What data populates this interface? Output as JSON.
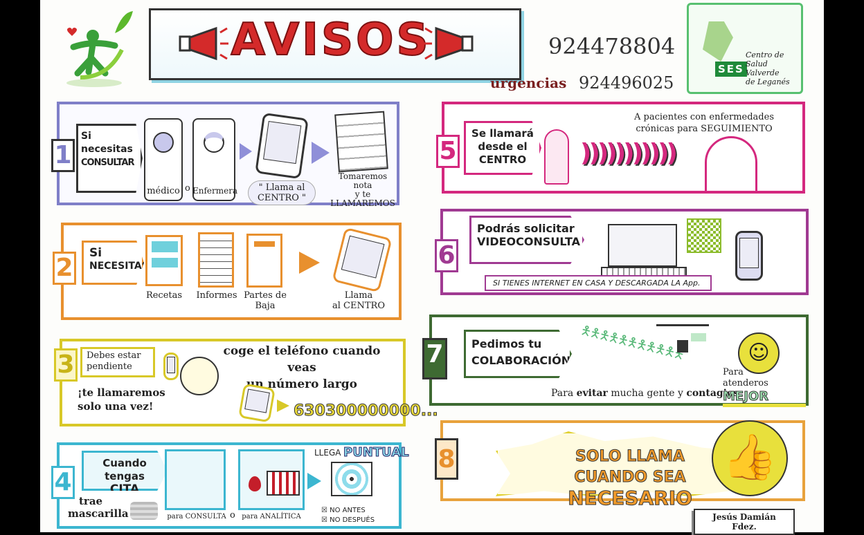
{
  "header": {
    "title": "AVISOS",
    "phone": "924478804",
    "urgencias_label": "urgencias",
    "urgencias_phone": "924496025",
    "center_logo": {
      "abbr": "SES",
      "name_line1": "Centro de",
      "name_line2": "Salud Valverde",
      "name_line3": "de Leganés"
    }
  },
  "colors": {
    "p1": "#7f7fc8",
    "p2": "#e8902e",
    "p3": "#d8c828",
    "p4": "#3cb6d0",
    "p5": "#d4287e",
    "p6": "#a03a92",
    "p7": "#3e6a32",
    "p8": "#e8a23c",
    "title_red": "#d42a2a"
  },
  "panels": {
    "p1": {
      "num": "1",
      "tag1": "Si necesitas",
      "tag2": "CONSULTAR",
      "medico": "médico",
      "o": "o",
      "enfermera": "Enfermera",
      "llama": "\" Llama al CENTRO \"",
      "nota1": "Tomaremos nota",
      "nota2": "y te",
      "nota3": "LLAMAREMOS"
    },
    "p2": {
      "num": "2",
      "tag1": "Si",
      "tag2": "NECESITAS",
      "recetas": "Recetas",
      "informes": "Informes",
      "partes1": "Partes de",
      "partes2": "Baja",
      "llama1": "Llama",
      "llama2": "al CENTRO"
    },
    "p3": {
      "num": "3",
      "pendiente1": "Debes estar",
      "pendiente2": "pendiente",
      "llamaremos1": "¡te llamaremos",
      "llamaremos2": "solo una vez!",
      "coge1": "coge el teléfono cuando veas",
      "coge2": "un número largo",
      "numero": "630300000000..."
    },
    "p4": {
      "num": "4",
      "tag1": "Cuando tengas",
      "tag2": "CITA",
      "trae1": "trae",
      "trae2": "mascarilla",
      "consulta": "para CONSULTA",
      "o": "o",
      "analitica": "para ANALÍTICA",
      "llega": "LLEGA",
      "puntual": "PUNTUAL",
      "no_antes": "NO ANTES",
      "no_despues": "NO DESPUÉS"
    },
    "p5": {
      "num": "5",
      "tag1": "Se llamará",
      "tag2": "desde el",
      "tag3": "CENTRO",
      "note1": "A pacientes con enfermedades",
      "note2": "crónicas para SEGUIMIENTO"
    },
    "p6": {
      "num": "6",
      "tag1": "Podrás solicitar",
      "tag2": "VIDEOCONSULTA",
      "banner": "SI TIENES INTERNET EN CASA Y DESCARGADA LA App."
    },
    "p7": {
      "num": "7",
      "tag1": "Pedimos tu",
      "tag2": "COLABORACIÓN",
      "evitar_pre": "Para ",
      "evitar": "evitar",
      "mid": " mucha gente y ",
      "contagios": "contagios",
      "para": "Para",
      "atenderos": "atenderos ",
      "mejor": "MEJOR"
    },
    "p8": {
      "num": "8",
      "line1": "SOLO LLAMA",
      "line2a": "CUANDO SEA ",
      "line2b": "NECESARIO"
    }
  },
  "signature": "Jesús Damián Fdez."
}
